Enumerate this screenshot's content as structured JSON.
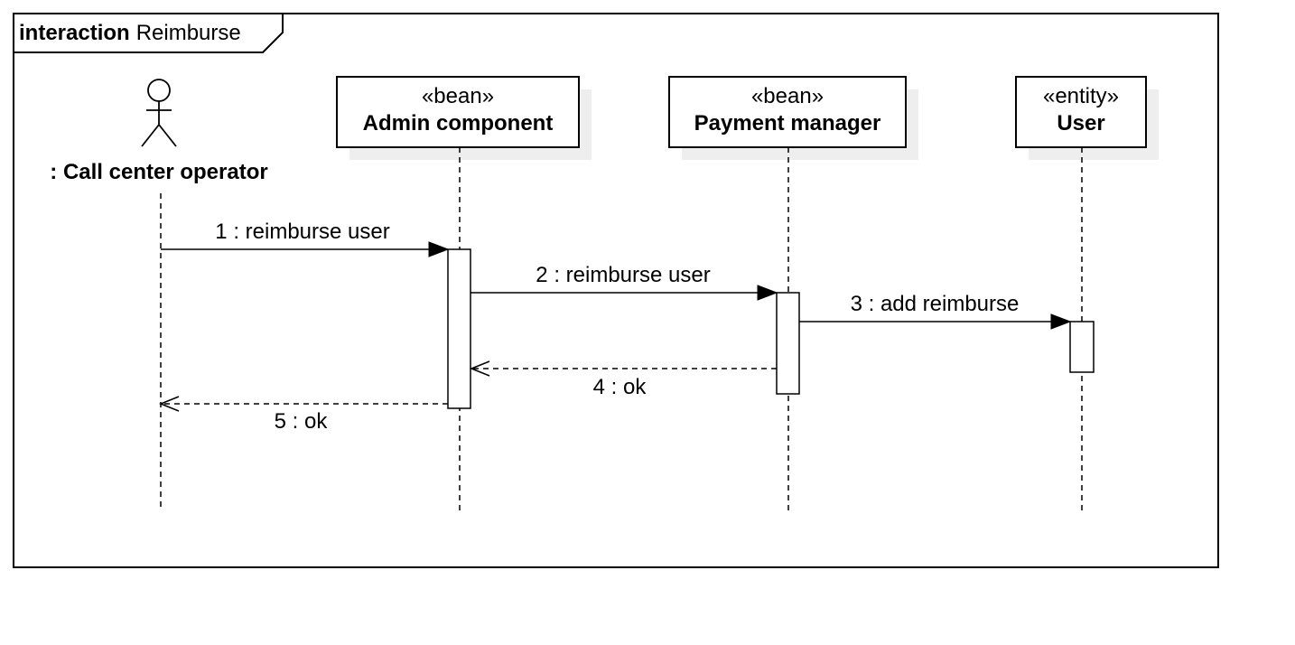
{
  "frame": {
    "keyword": "interaction",
    "name": "Reimburse"
  },
  "actor": {
    "label": ": Call center operator"
  },
  "participants": [
    {
      "stereotype": "«bean»",
      "name": "Admin component"
    },
    {
      "stereotype": "«bean»",
      "name": "Payment manager"
    },
    {
      "stereotype": "«entity»",
      "name": "User"
    }
  ],
  "messages": [
    {
      "label": "1 : reimburse user",
      "kind": "synchronous",
      "from": "Call center operator",
      "to": "Admin component"
    },
    {
      "label": "2 : reimburse user",
      "kind": "synchronous",
      "from": "Admin component",
      "to": "Payment manager"
    },
    {
      "label": "3 : add reimburse",
      "kind": "synchronous",
      "from": "Payment manager",
      "to": "User"
    },
    {
      "label": "4 : ok",
      "kind": "return",
      "from": "Payment manager",
      "to": "Admin component"
    },
    {
      "label": "5 : ok",
      "kind": "return",
      "from": "Admin component",
      "to": "Call center operator"
    }
  ]
}
